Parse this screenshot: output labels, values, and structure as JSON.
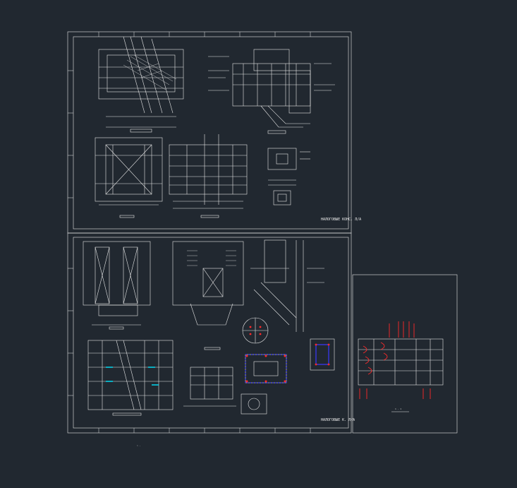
{
  "drawing": {
    "background": "#212830",
    "line_color": "#e6e6e6",
    "accent_red": "#ff2a2a",
    "accent_blue": "#3a3aff",
    "accent_cyan": "#00e5ff",
    "sheet1": {
      "title_label": "НАЛОГОВЫЕ КОНС. Л/А"
    },
    "sheet2": {
      "title_label": "НАЛОГОВЫЕ К. Л/А"
    },
    "sheet3": {
      "detail_label": "1 - 1"
    },
    "stray_mark": "∴ ·"
  }
}
